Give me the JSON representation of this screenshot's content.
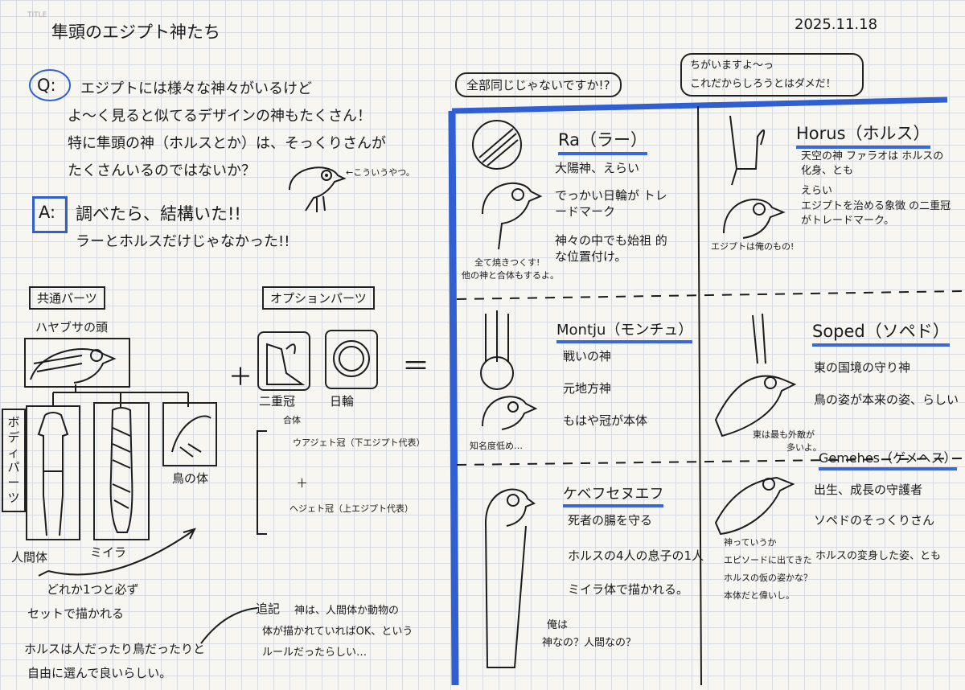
{
  "header": {
    "title_tag": "TITLE",
    "title": "隼頭のエジプト神たち",
    "date": "2025.11.18"
  },
  "question": {
    "marker": "Q:",
    "lines": [
      "エジプトには様々な神々がいるけど",
      "よ～く見ると似てるデザインの神もたくさん！",
      "特に隼頭の神（ホルスとか）は、そっくりさんが",
      "たくさんいるのではないか？"
    ],
    "sketch_note": "←こういうやつ。"
  },
  "answer": {
    "marker": "A:",
    "lines": [
      "調べたら、結構いた!!",
      "ラーとホルスだけじゃなかった!!"
    ]
  },
  "parts": {
    "common_label": "共通パーツ",
    "head_label": "ハヤブサの頭",
    "body_label": "ボディパーツ",
    "human_body": "人間体",
    "mummy": "ミイラ",
    "bird_body": "鳥の体",
    "rule_lines": [
      "どれか1つと必ず",
      "セットで描かれる"
    ],
    "option_label": "オプションパーツ",
    "double_crown": "二重冠",
    "double_crown_note": "合体",
    "sun_disk": "日輪",
    "red_crown": "ウアジェト冠（下エジプト代表）",
    "plus_sign": "＋",
    "white_crown": "ヘジェト冠（上エジプト代表）",
    "equals": "＝",
    "plus": "＋"
  },
  "notes": {
    "postscript_label": "追記",
    "postscript_lines": [
      "神は、人間体か動物の",
      "体が描かれていればOK、という",
      "ルールだったらしい…"
    ],
    "horus_lines": [
      "ホルスは人だったり鳥だったりと",
      "自由に選んで良いらしい。"
    ]
  },
  "bubbles": {
    "all_same": "全部同じじゃないですか!?",
    "reply_lines": [
      "ちがいますよ～っ",
      "これだからしろうとはダメだ！"
    ]
  },
  "gods": [
    {
      "name": "Ra（ラー）",
      "points": [
        "大陽神、えらい",
        "でっかい日輪が トレードマーク",
        "神々の中でも始祖 的な位置付け。"
      ],
      "caption": [
        "全て焼きつくす!",
        "他の神と合体もするよ。"
      ]
    },
    {
      "name": "Horus（ホルス）",
      "points": [
        "天空の神 ファラオは ホルスの化身、とも",
        "えらい",
        "エジプトを治める象徴 の二重冠がトレードマーク。"
      ],
      "caption": [
        "エジプトは俺のもの!"
      ]
    },
    {
      "name": "Montju（モンチュ）",
      "points": [
        "戦いの神",
        "元地方神",
        "もはや冠が本体"
      ],
      "caption": [
        "知名度低め…"
      ]
    },
    {
      "name": "Soped（ソペド）",
      "points": [
        "東の国境の守り神",
        "鳥の姿が本来の姿、らしい"
      ],
      "caption": [
        "東は最も外敵が",
        "多いよ。"
      ]
    },
    {
      "name": "ケベフセヌエフ",
      "points": [
        "死者の腸を守る",
        "ホルスの4人の息子の1人",
        "ミイラ体で描かれる。"
      ],
      "caption": [
        "俺は",
        "神なの？人間なの？"
      ]
    },
    {
      "name": "Gemehes（ゲメヘス）",
      "points": [
        "出生、成長の守護者",
        "ソペドのそっくりさん",
        "ホルスの変身した姿、とも"
      ],
      "caption": [
        "神っていうか",
        "エピソードに出てきた",
        "ホルスの仮の姿かな？",
        "本体だと偉いし。"
      ]
    }
  ],
  "colors": {
    "accent_blue": "#2f5fd3",
    "ink": "#1b1b1b",
    "paper": "#f7f6f1"
  }
}
